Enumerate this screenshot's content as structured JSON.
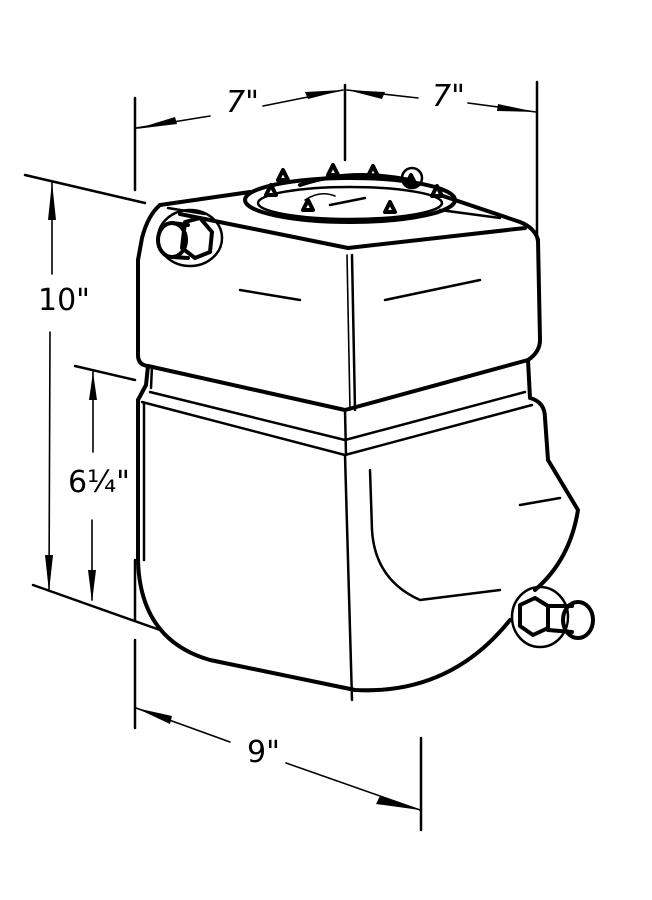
{
  "diagram": {
    "subject": "fuel cell tank",
    "colors": {
      "line": "#000000",
      "background": "#ffffff"
    },
    "dimensions": {
      "top_left_width": "7\"",
      "top_right_depth": "7\"",
      "overall_height": "10\"",
      "lower_height": "6¼\"",
      "bottom_width": "9\""
    },
    "parts": [
      "filler-cap-flange",
      "side-fitting-upper",
      "side-fitting-lower",
      "upper-body",
      "lower-body"
    ]
  }
}
